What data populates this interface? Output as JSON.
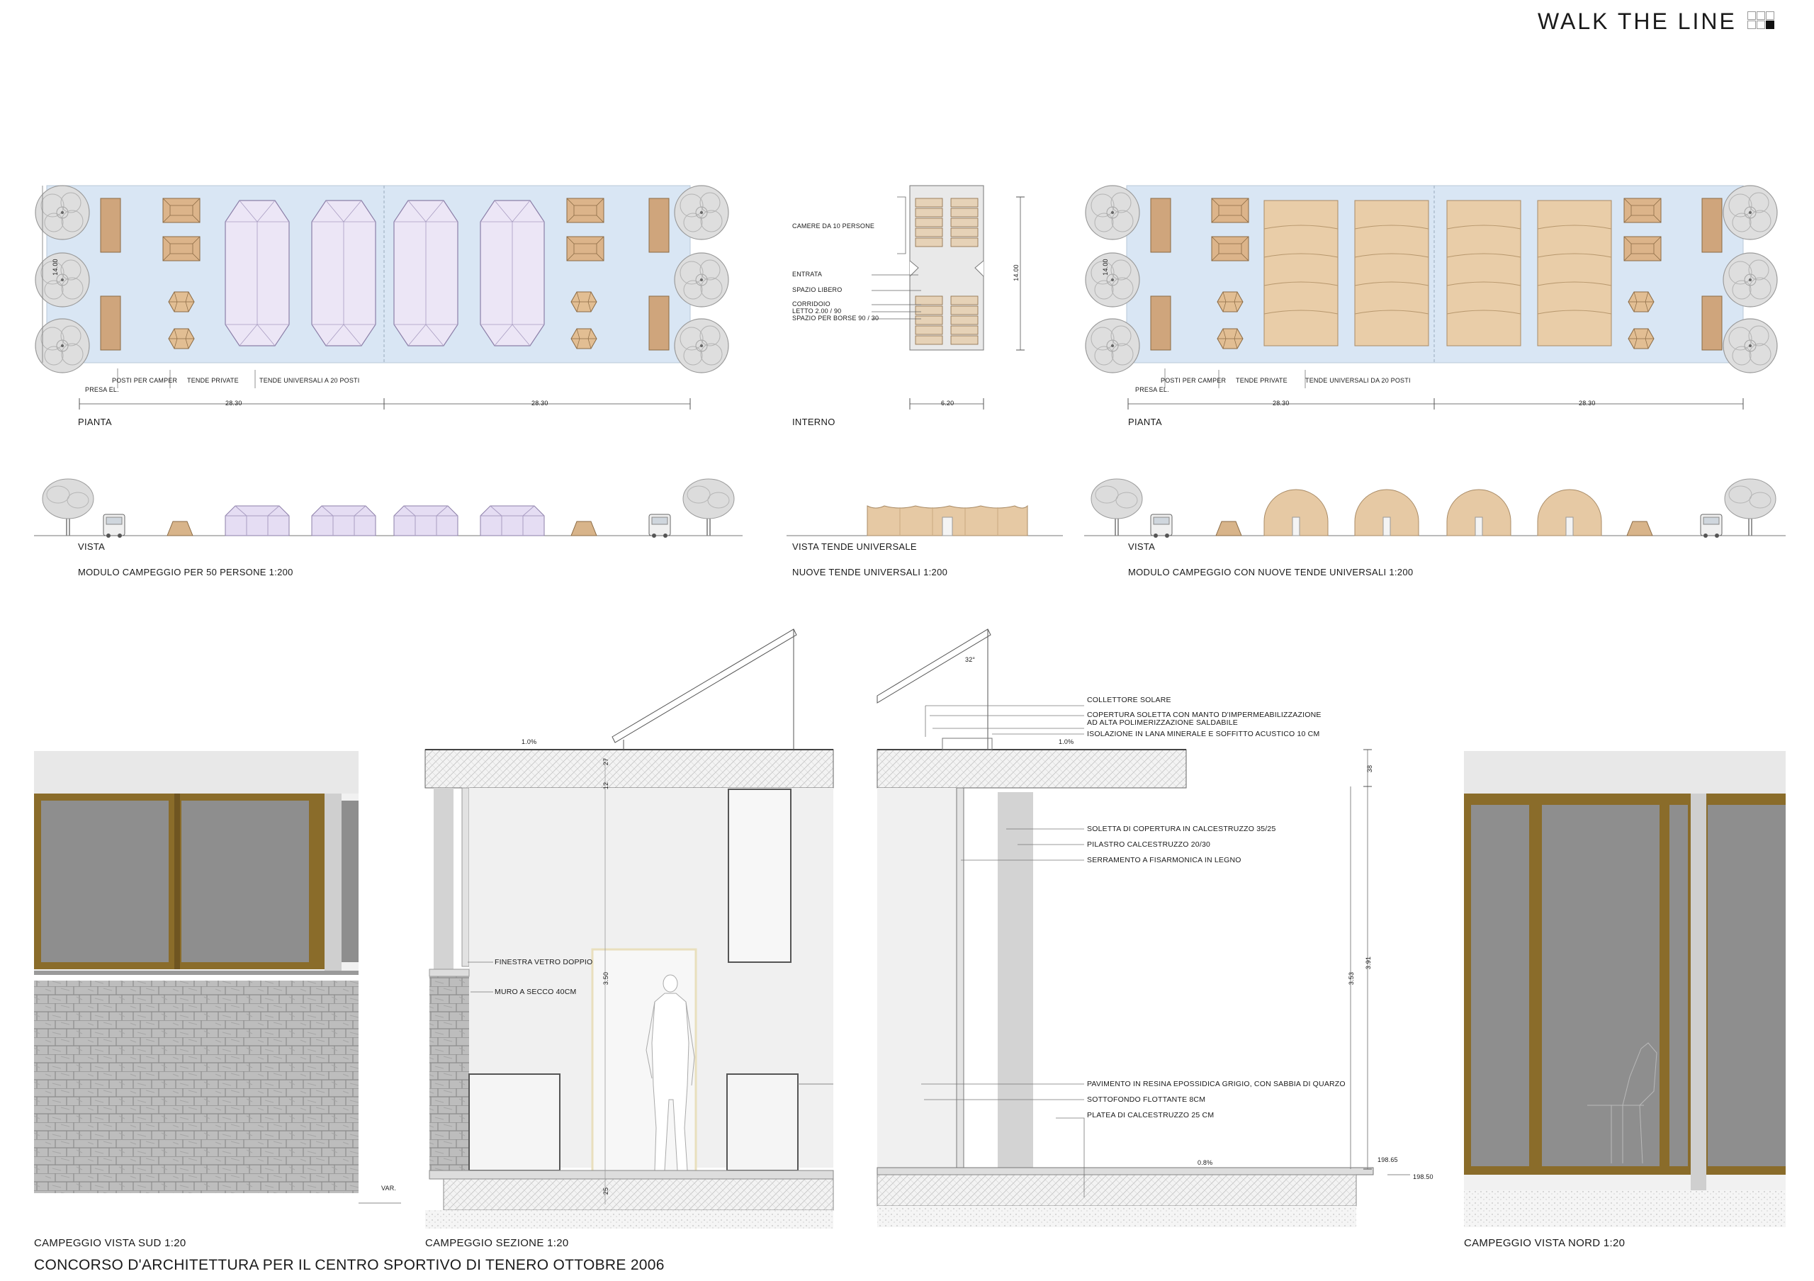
{
  "header": {
    "brand": "WALK  THE  LINE"
  },
  "plan_left": {
    "labels": {
      "presa": "PRESA EL.",
      "camper": "POSTI PER CAMPER",
      "private": "TENDE PRIVATE",
      "universal": "TENDE UNIVERSALI A 20 POSTI"
    },
    "dims": {
      "a": "28.30",
      "b": "28.30",
      "h": "14.00"
    },
    "caption": "PIANTA",
    "view_caption": "VISTA",
    "title": "MODULO CAMPEGGIO PER 50 PERSONE   1:200"
  },
  "interior": {
    "labels": {
      "camere": "CAMERE DA 10 PERSONE",
      "entrata": "ENTRATA",
      "spazio": "SPAZIO LIBERO",
      "corridoio": "CORRIDOIO",
      "letto": "LETTO  2.00 / 90",
      "borse": "SPAZIO PER  BORSE  90 / 30"
    },
    "dims": {
      "h": "14.00",
      "w": "6.20"
    },
    "caption": "INTERNO",
    "view_caption": "VISTA TENDE UNIVERSALE",
    "title": "NUOVE TENDE  UNIVERSALI   1:200"
  },
  "plan_right": {
    "labels": {
      "presa": "PRESA EL.",
      "camper": "POSTI PER CAMPER",
      "private": "TENDE PRIVATE",
      "universal": "TENDE UNIVERSALI DA 20 POSTI"
    },
    "dims": {
      "a": "28.30",
      "b": "28.30",
      "h": "14.00"
    },
    "caption": "PIANTA",
    "view_caption": "VISTA",
    "title": "MODULO CAMPEGGIO CON NUOVE TENDE  UNIVERSALI   1:200"
  },
  "section": {
    "annotations": {
      "collettore": "COLLETTORE SOLARE",
      "copertura1": "COPERTURA SOLETTA CON MANTO D'IMPERMEABILIZZAZIONE",
      "copertura2": "AD ALTA POLIMERIZZAZIONE SALDABILE",
      "isolazione": "ISOLAZIONE IN LANA MINERALE E SOFFITTO ACUSTICO 10 CM",
      "soletta": "SOLETTA DI COPERTURA IN CALCESTRUZZO 35/25",
      "pilastro": "PILASTRO CALCESTRUZZO 20/30",
      "serramento": "SERRAMENTO A FISARMONICA IN LEGNO",
      "finestra": "FINESTRA VETRO DOPPIO",
      "muro": "MURO A SECCO 40CM",
      "pavimento": "PAVIMENTO IN RESINA EPOSSIDICA GRIGIO, CON SABBIA DI QUARZO",
      "sottofondo": "SOTTOFONDO FLOTTANTE 8CM",
      "platea": "PLATEA DI CALCESTRUZZO 25 CM"
    },
    "slopes": {
      "left": "1.0%",
      "right": "1.0%",
      "floor": "0.8%",
      "angle": "32°"
    },
    "levels": {
      "a": "198.65",
      "b": "198.50",
      "var": "VAR."
    },
    "dims": {
      "h1": "3.50",
      "h2": "3.53",
      "h3": "3.91",
      "d1": "38",
      "d2": "25",
      "d3": "12",
      "d4": "27"
    }
  },
  "captions": {
    "sud": "CAMPEGGIO  VISTA SUD  1:20",
    "sezione": "CAMPEGGIO  SEZIONE  1:20",
    "nord": "CAMPEGGIO  VISTA NORD  1:20"
  },
  "footer": "CONCORSO D'ARCHITETTURA PER IL CENTRO SPORTIVO DI TENERO OTTOBRE 2006",
  "colors": {
    "plan_bg": "#d9e6f4",
    "tent_purple": "#e8e1f4",
    "tent_tan": "#e6c9a4",
    "camper": "#cfa57c",
    "wood": "#8a6c2a",
    "glass": "#8a8a8a",
    "stone": "#b9b9b9"
  }
}
